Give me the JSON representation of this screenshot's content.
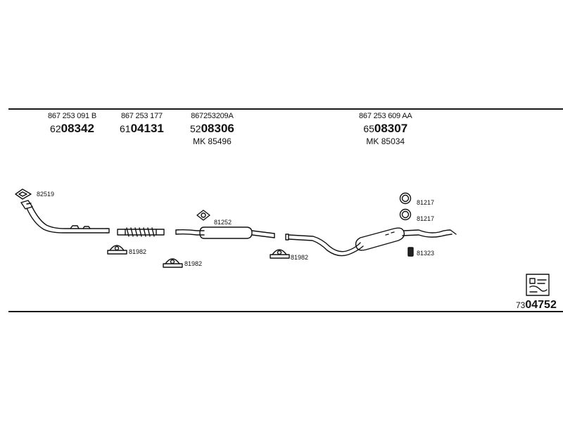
{
  "parts": [
    {
      "oe": "867 253 091 B",
      "prefix": "62",
      "number": "08342",
      "mk": ""
    },
    {
      "oe": "867 253 177",
      "prefix": "61",
      "number": "04131",
      "mk": ""
    },
    {
      "oe": "867253209A",
      "prefix": "52",
      "number": "08306",
      "mk": "MK 85496"
    },
    {
      "oe": "867 253 609 AA",
      "prefix": "65",
      "number": "08307",
      "mk": "MK 85034"
    }
  ],
  "accessories": {
    "gasket_front": "82519",
    "clamp_1": "81982",
    "clamp_2": "81982",
    "clamp_3": "81982",
    "hanger_1": "81252",
    "ring_1": "81217",
    "ring_2": "81217",
    "rubber_mount": "81323"
  },
  "catalog": {
    "prefix": "73",
    "number": "04752"
  }
}
